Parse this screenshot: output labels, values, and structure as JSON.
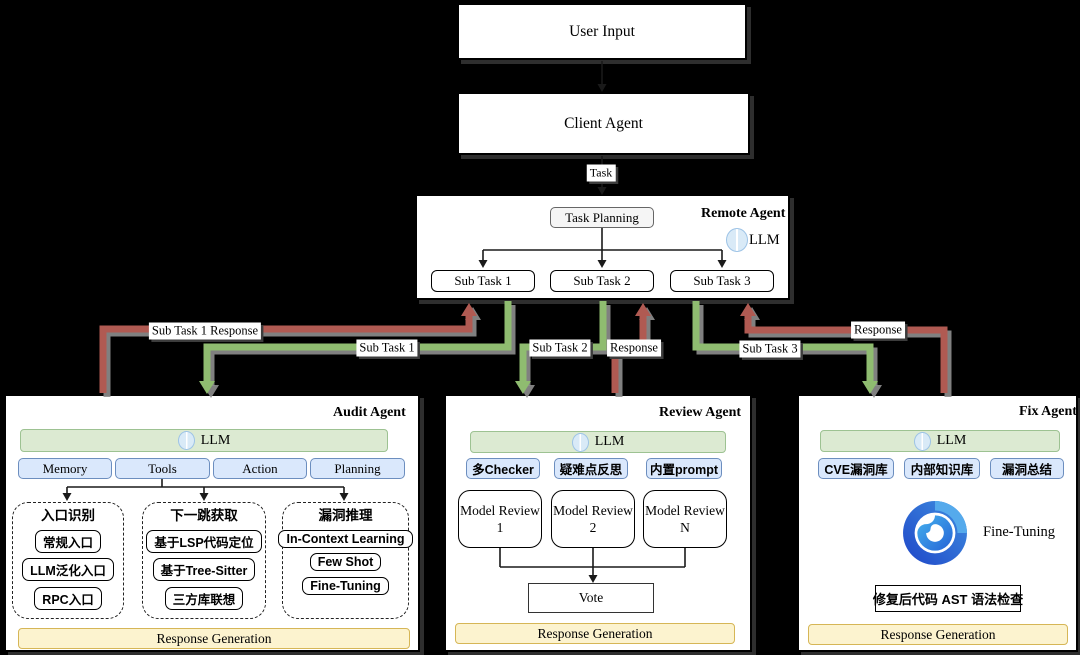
{
  "flow": {
    "user_input": "User Input",
    "client_agent": "Client Agent",
    "task_edge_label": "Task"
  },
  "remote_agent": {
    "title": "Remote Agent",
    "task_planning": "Task Planning",
    "llm_label": "LLM",
    "subtasks": [
      "Sub Task 1",
      "Sub Task 2",
      "Sub Task 3"
    ]
  },
  "edges": {
    "audit_response": "Sub Task 1 Response",
    "audit_task": "Sub Task 1",
    "review_task": "Sub Task 2",
    "review_response": "Response",
    "fix_task": "Sub Task 3",
    "fix_response": "Response"
  },
  "audit_agent": {
    "title": "Audit Agent",
    "llm_label": "LLM",
    "modules": [
      "Memory",
      "Tools",
      "Action",
      "Planning"
    ],
    "groups": [
      {
        "title": "入口识别",
        "items": [
          "常规入口",
          "LLM泛化入口",
          "RPC入口"
        ]
      },
      {
        "title": "下一跳获取",
        "items": [
          "基于LSP代码定位",
          "基于Tree-Sitter",
          "三方库联想"
        ]
      },
      {
        "title": "漏洞推理",
        "items": [
          "In-Context Learning",
          "Few Shot",
          "Fine-Tuning"
        ]
      }
    ],
    "response_generation": "Response Generation"
  },
  "review_agent": {
    "title": "Review Agent",
    "llm_label": "LLM",
    "modules": [
      "多Checker",
      "疑难点反思",
      "内置prompt"
    ],
    "reviews": [
      {
        "name": "Model Review",
        "num": "1"
      },
      {
        "name": "Model Review",
        "num": "2"
      },
      {
        "name": "Model Review",
        "num": "N"
      }
    ],
    "vote": "Vote",
    "response_generation": "Response Generation"
  },
  "fix_agent": {
    "title": "Fix Agent",
    "llm_label": "LLM",
    "modules": [
      "CVE漏洞库",
      "内部知识库",
      "漏洞总结"
    ],
    "fine_tuning": "Fine-Tuning",
    "ast_check": "修复后代码 AST 语法检查",
    "response_generation": "Response Generation"
  },
  "colors": {
    "background": "#000000",
    "green_arrow": "#8fbc70",
    "red_arrow": "#b05a52",
    "arrow_shadow": "#8e8e8e",
    "llm_bar_fill": "#dcead2",
    "llm_bar_border": "#9dc292",
    "module_fill": "#dae8fc",
    "module_border": "#6c8ebf",
    "response_fill": "#fcf3cf",
    "response_border": "#d6b656",
    "task_planning_fill": "#f5f5f5",
    "task_planning_border": "#666666"
  }
}
